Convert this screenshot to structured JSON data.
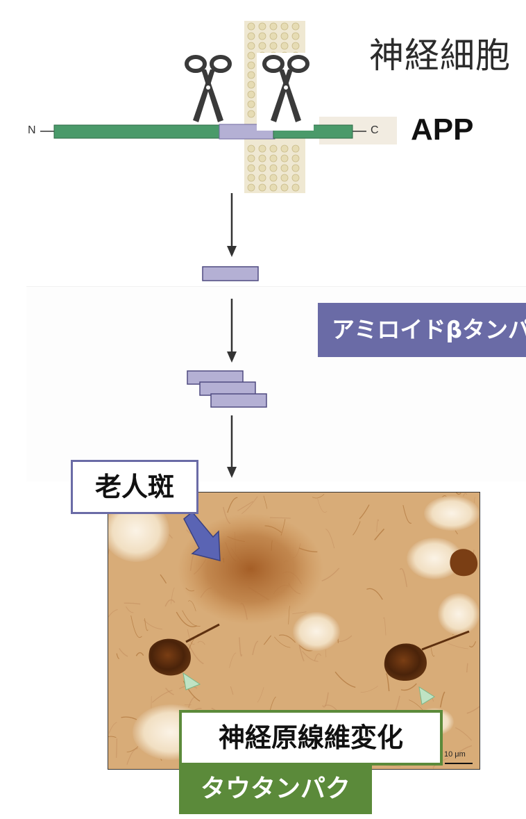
{
  "header": {
    "title": "神経細胞",
    "protein_label": "APP",
    "n_terminus": "N",
    "c_terminus": "C"
  },
  "amyloid": {
    "label": "アミロイドβタンパク"
  },
  "plaque": {
    "label": "老人斑"
  },
  "tangle": {
    "label": "神経原線維変化"
  },
  "tau": {
    "label": "タウタンパク"
  },
  "micrograph": {
    "scale_label": "10 μm"
  },
  "colors": {
    "protein_green": "#4a9a6a",
    "fragment_lavender": "#b4b0d4",
    "label_purple": "#6a6ba6",
    "label_green": "#5b8a3a",
    "membrane_beige": "#ece3c8",
    "stain_brown": "#c98a4a"
  }
}
